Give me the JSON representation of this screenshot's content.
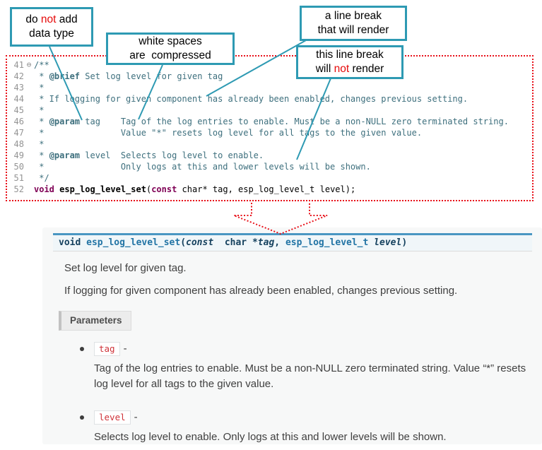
{
  "callouts": {
    "no_datatype": {
      "l1a": "do ",
      "l1b": "not",
      "l1c": " add",
      "l2": "data type"
    },
    "whitespace": {
      "l1": "white spaces",
      "l2": "are  compressed"
    },
    "break_render": {
      "l1": "a line break",
      "l2": "that will render"
    },
    "break_norender": {
      "l1": "this line break",
      "l2a": "will ",
      "l2b": "not",
      "l2c": " render"
    }
  },
  "code": {
    "lines": [
      {
        "num": "41",
        "fold": "⊖",
        "segs": [
          {
            "c": "c",
            "t": "/**"
          }
        ]
      },
      {
        "num": "42",
        "segs": [
          {
            "c": "c",
            "t": " * "
          },
          {
            "c": "t",
            "t": "@brief"
          },
          {
            "c": "c",
            "t": " Set log level for given tag"
          }
        ]
      },
      {
        "num": "43",
        "segs": [
          {
            "c": "c",
            "t": " *"
          }
        ]
      },
      {
        "num": "44",
        "segs": [
          {
            "c": "c",
            "t": " * If logging for given component has already been enabled, changes previous setting."
          }
        ]
      },
      {
        "num": "45",
        "segs": [
          {
            "c": "c",
            "t": " *"
          }
        ]
      },
      {
        "num": "46",
        "segs": [
          {
            "c": "c",
            "t": " * "
          },
          {
            "c": "t",
            "t": "@param"
          },
          {
            "c": "c",
            "t": " tag    Tag of the log entries to enable. Must be a non-NULL zero terminated string."
          }
        ]
      },
      {
        "num": "47",
        "segs": [
          {
            "c": "c",
            "t": " *               Value \"*\" resets log level for all tags to the given value."
          }
        ]
      },
      {
        "num": "48",
        "segs": [
          {
            "c": "c",
            "t": " *"
          }
        ]
      },
      {
        "num": "49",
        "segs": [
          {
            "c": "c",
            "t": " * "
          },
          {
            "c": "t",
            "t": "@param"
          },
          {
            "c": "c",
            "t": " level  Selects log level to enable."
          }
        ]
      },
      {
        "num": "50",
        "segs": [
          {
            "c": "c",
            "t": " *               Only logs at this and lower levels will be shown."
          }
        ]
      },
      {
        "num": "51",
        "segs": [
          {
            "c": "c",
            "t": " */"
          }
        ]
      },
      {
        "num": "52",
        "segs": [
          {
            "c": "k",
            "t": "void"
          },
          {
            "c": "p",
            "t": " "
          },
          {
            "c": "f",
            "t": "esp_log_level_set"
          },
          {
            "c": "p",
            "t": "("
          },
          {
            "c": "k",
            "t": "const"
          },
          {
            "c": "p",
            "t": " char* tag, esp_log_level_t level);"
          }
        ]
      }
    ]
  },
  "docs": {
    "signature": {
      "kw": "void ",
      "name": "esp_log_level_set",
      "open_paren": "(",
      "const_kw": "const",
      "char_type": "  char *",
      "arg1": "tag",
      "comma": ", ",
      "type2": "esp_log_level_t ",
      "arg2": "level",
      "close_paren": ")"
    },
    "brief": "Set log level for given tag.",
    "description": "If logging for given component has already been enabled, changes previous setting.",
    "parameters_label": "Parameters",
    "params": [
      {
        "name": "tag",
        "dash": "-",
        "desc": "Tag of the log entries to enable. Must be a non-NULL zero terminated string. Value “*” resets log level for all tags to the given value."
      },
      {
        "name": "level",
        "dash": "-",
        "desc": "Selects log level to enable. Only logs at this and lower levels will be shown."
      }
    ]
  },
  "colors": {
    "callout_teal": "#2e9ab3",
    "dotted_red": "#e8111a",
    "keyword_purple": "#7f0055",
    "comment_teal": "#3d6f7d",
    "signature_blue": "#2274a5",
    "chip_red": "#cf3339"
  }
}
